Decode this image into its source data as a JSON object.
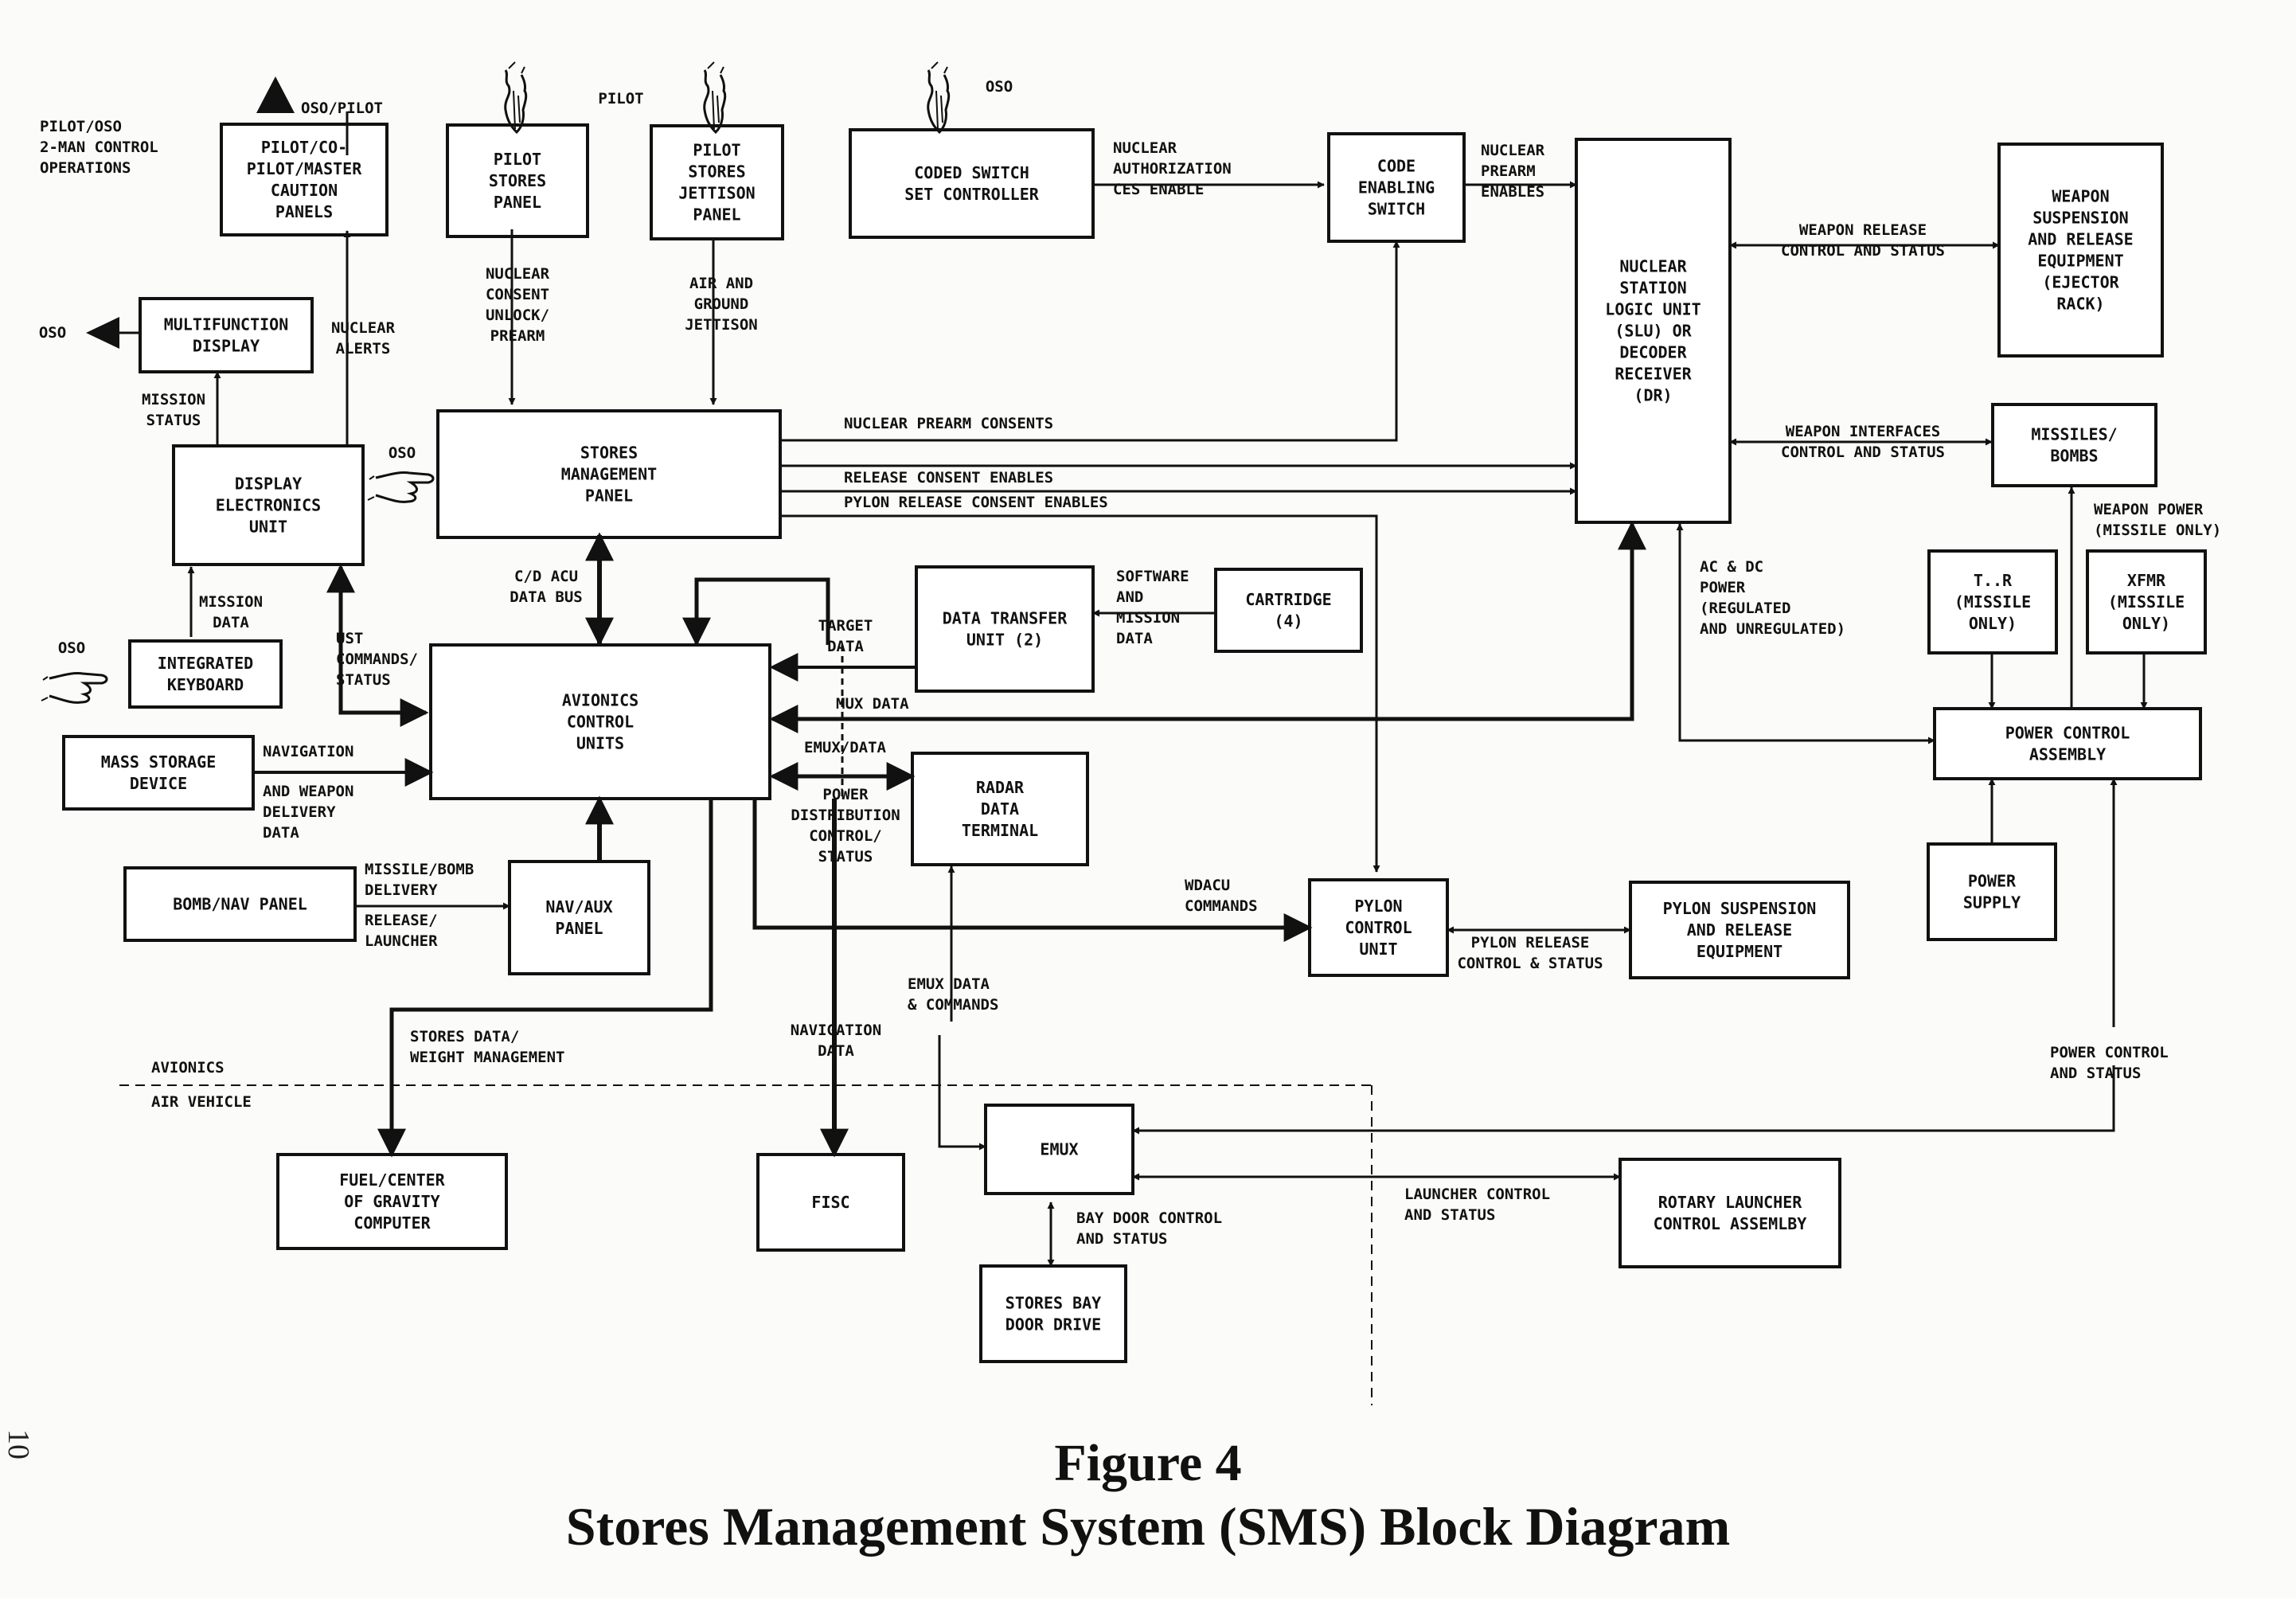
{
  "blocks": [
    {
      "id": "caution_panels",
      "lines": [
        "PILOT/CO-",
        "PILOT/MASTER",
        "CAUTION",
        "PANELS"
      ]
    },
    {
      "id": "pilot_stores_panel",
      "lines": [
        "PILOT",
        "STORES",
        "PANEL"
      ]
    },
    {
      "id": "pilot_jettison_panel",
      "lines": [
        "PILOT",
        "STORES",
        "JETTISON",
        "PANEL"
      ]
    },
    {
      "id": "coded_switch",
      "lines": [
        "CODED SWITCH",
        "SET CONTROLLER"
      ]
    },
    {
      "id": "code_enabling_switch",
      "lines": [
        "CODE",
        "ENABLING",
        "SWITCH"
      ]
    },
    {
      "id": "nuclear_slu",
      "lines": [
        "NUCLEAR",
        "STATION",
        "LOGIC UNIT",
        "(SLU) OR",
        "DECODER",
        "RECEIVER",
        "(DR)"
      ]
    },
    {
      "id": "weapon_suspension",
      "lines": [
        "WEAPON",
        "SUSPENSION",
        "AND RELEASE",
        "EQUIPMENT",
        "(EJECTOR",
        "RACK)"
      ]
    },
    {
      "id": "mfd",
      "lines": [
        "MULTIFUNCTION",
        "DISPLAY"
      ]
    },
    {
      "id": "stores_mgmt_panel",
      "lines": [
        "STORES",
        "MANAGEMENT",
        "PANEL"
      ]
    },
    {
      "id": "missiles_bombs",
      "lines": [
        "MISSILES/",
        "BOMBS"
      ]
    },
    {
      "id": "display_electronics",
      "lines": [
        "DISPLAY",
        "ELECTRONICS",
        "UNIT"
      ]
    },
    {
      "id": "data_transfer_unit",
      "lines": [
        "DATA TRANSFER",
        "UNIT (2)"
      ]
    },
    {
      "id": "cartridge",
      "lines": [
        "CARTRIDGE",
        "(4)"
      ]
    },
    {
      "id": "tr",
      "lines": [
        "T..R",
        "(MISSILE",
        "ONLY)"
      ]
    },
    {
      "id": "xfmr",
      "lines": [
        "XFMR",
        "(MISSILE",
        "ONLY)"
      ]
    },
    {
      "id": "integrated_keyboard",
      "lines": [
        "INTEGRATED",
        "KEYBOARD"
      ]
    },
    {
      "id": "avionics_control_units",
      "lines": [
        "AVIONICS",
        "CONTROL",
        "UNITS"
      ]
    },
    {
      "id": "mass_storage",
      "lines": [
        "MASS STORAGE",
        "DEVICE"
      ]
    },
    {
      "id": "radar_data_terminal",
      "lines": [
        "RADAR",
        "DATA",
        "TERMINAL"
      ]
    },
    {
      "id": "power_control_assembly",
      "lines": [
        "POWER CONTROL",
        "ASSEMBLY"
      ]
    },
    {
      "id": "power_supply",
      "lines": [
        "POWER",
        "SUPPLY"
      ]
    },
    {
      "id": "bomb_nav_panel",
      "lines": [
        "BOMB/NAV PANEL"
      ]
    },
    {
      "id": "nav_aux_panel",
      "lines": [
        "NAV/AUX",
        "PANEL"
      ]
    },
    {
      "id": "pylon_control_unit",
      "lines": [
        "PYLON",
        "CONTROL",
        "UNIT"
      ]
    },
    {
      "id": "pylon_suspension",
      "lines": [
        "PYLON SUSPENSION",
        "AND RELEASE",
        "EQUIPMENT"
      ]
    },
    {
      "id": "emux",
      "lines": [
        "EMUX"
      ]
    },
    {
      "id": "fuel_cg",
      "lines": [
        "FUEL/CENTER",
        "OF GRAVITY",
        "COMPUTER"
      ]
    },
    {
      "id": "fisc",
      "lines": [
        "FISC"
      ]
    },
    {
      "id": "rotary_launcher",
      "lines": [
        "ROTARY LAUNCHER",
        "CONTROL ASSEMLBY"
      ]
    },
    {
      "id": "bay_door_drive",
      "lines": [
        "STORES BAY",
        "DOOR DRIVE"
      ]
    }
  ],
  "labels": [
    {
      "id": "oso_pilot",
      "lines": [
        "OSO/PILOT"
      ]
    },
    {
      "id": "pilot_oso_ops",
      "lines": [
        "PILOT/OSO",
        "2-MAN CONTROL",
        "OPERATIONS"
      ]
    },
    {
      "id": "pilot",
      "lines": [
        "PILOT"
      ]
    },
    {
      "id": "oso_coded",
      "lines": [
        "OSO"
      ]
    },
    {
      "id": "oso_mfd",
      "lines": [
        "OSO"
      ]
    },
    {
      "id": "oso_stores",
      "lines": [
        "OSO"
      ]
    },
    {
      "id": "oso_keyboard",
      "lines": [
        "OSO"
      ]
    },
    {
      "id": "nuclear_auth",
      "lines": [
        "NUCLEAR",
        "AUTHORIZATION",
        "CES ENABLE"
      ]
    },
    {
      "id": "nuclear_prearm_enables",
      "lines": [
        "NUCLEAR",
        "PREARM",
        "ENABLES"
      ]
    },
    {
      "id": "weapon_release_ctrl",
      "lines": [
        "WEAPON RELEASE",
        "CONTROL AND STATUS"
      ]
    },
    {
      "id": "nuclear_consent",
      "lines": [
        "NUCLEAR",
        "CONSENT",
        "UNLOCK/",
        "PREARM"
      ]
    },
    {
      "id": "air_ground_jettison",
      "lines": [
        "AIR AND",
        "GROUND",
        "JETTISON"
      ]
    },
    {
      "id": "nuclear_alerts",
      "lines": [
        "NUCLEAR",
        "ALERTS"
      ]
    },
    {
      "id": "mission_status",
      "lines": [
        "MISSION",
        "STATUS"
      ]
    },
    {
      "id": "prearm_consents",
      "lines": [
        "NUCLEAR PREARM CONSENTS"
      ]
    },
    {
      "id": "release_consent",
      "lines": [
        "RELEASE CONSENT ENABLES"
      ]
    },
    {
      "id": "pylon_release_consent",
      "lines": [
        "PYLON RELEASE CONSENT ENABLES"
      ]
    },
    {
      "id": "weapon_interfaces",
      "lines": [
        "WEAPON INTERFACES",
        "CONTROL AND STATUS"
      ]
    },
    {
      "id": "weapon_power",
      "lines": [
        "WEAPON POWER",
        "(MISSILE ONLY)"
      ]
    },
    {
      "id": "ac_dc_power",
      "lines": [
        "AC & DC",
        "POWER",
        "(REGULATED",
        "AND UNREGULATED)"
      ]
    },
    {
      "id": "cd_acu_bus",
      "lines": [
        "C/D ACU",
        "DATA BUS"
      ]
    },
    {
      "id": "mission_data",
      "lines": [
        "MISSION",
        "DATA"
      ]
    },
    {
      "id": "ust_commands",
      "lines": [
        "UST",
        "COMMANDS/",
        "STATUS"
      ]
    },
    {
      "id": "target_data",
      "lines": [
        "TARGET",
        "DATA"
      ]
    },
    {
      "id": "software_mission",
      "lines": [
        "SOFTWARE",
        "AND",
        "MISSION",
        "DATA"
      ]
    },
    {
      "id": "mux_data",
      "lines": [
        "MUX DATA"
      ]
    },
    {
      "id": "emux_data",
      "lines": [
        "EMUX/DATA"
      ]
    },
    {
      "id": "navigation",
      "lines": [
        "NAVIGATION"
      ]
    },
    {
      "id": "weapon_delivery",
      "lines": [
        "AND WEAPON",
        "DELIVERY",
        "DATA"
      ]
    },
    {
      "id": "power_dist",
      "lines": [
        "POWER",
        "DISTRIBUTION",
        "CONTROL/",
        "STATUS"
      ]
    },
    {
      "id": "missile_bomb_delivery",
      "lines": [
        "MISSILE/BOMB",
        "DELIVERY"
      ]
    },
    {
      "id": "release_launcher",
      "lines": [
        "RELEASE/",
        "LAUNCHER"
      ]
    },
    {
      "id": "wdacu_commands",
      "lines": [
        "WDACU",
        "COMMANDS"
      ]
    },
    {
      "id": "pylon_release_ctrl",
      "lines": [
        "PYLON RELEASE",
        "CONTROL & STATUS"
      ]
    },
    {
      "id": "emux_data_cmds",
      "lines": [
        "EMUX DATA",
        "& COMMANDS"
      ]
    },
    {
      "id": "stores_weight",
      "lines": [
        "STORES DATA/",
        "WEIGHT MANAGEMENT"
      ]
    },
    {
      "id": "navigation_data",
      "lines": [
        "NAVIGATION",
        "DATA"
      ]
    },
    {
      "id": "avionics_label",
      "lines": [
        "AVIONICS"
      ]
    },
    {
      "id": "air_vehicle_label",
      "lines": [
        "AIR VEHICLE"
      ]
    },
    {
      "id": "power_ctrl_status",
      "lines": [
        "POWER CONTROL",
        "AND STATUS"
      ]
    },
    {
      "id": "launcher_ctrl",
      "lines": [
        "LAUNCHER CONTROL",
        "AND STATUS"
      ]
    },
    {
      "id": "bay_door_ctrl",
      "lines": [
        "BAY DOOR CONTROL",
        "AND STATUS"
      ]
    }
  ],
  "caption": {
    "figure": "Figure 4",
    "title": "Stores Management System (SMS) Block Diagram"
  },
  "page_number": "10",
  "colors": {
    "ink": "#111111",
    "paper": "#fbfbf9"
  },
  "icons": [
    "hand-pointer-icon",
    "up-arrow-icon",
    "left-arrow-icon"
  ]
}
